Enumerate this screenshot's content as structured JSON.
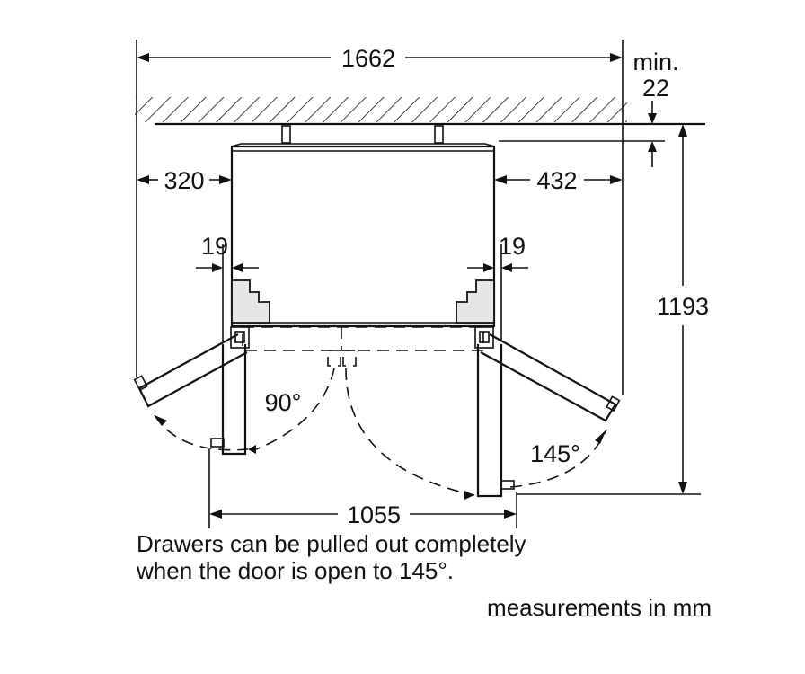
{
  "colors": {
    "ink": "#111111",
    "shade": "#e6e6e6",
    "background": "#ffffff"
  },
  "dimensions": {
    "overall_width": "1662",
    "min_label": "min.",
    "min_gap": "22",
    "left_clearance": "320",
    "right_clearance": "432",
    "left_hinge_offset": "19",
    "right_hinge_offset": "19",
    "total_depth": "1193",
    "door_span": "1055"
  },
  "angles": {
    "left_door": "90°",
    "right_door": "145°"
  },
  "notes": {
    "drawer_line_1": "Drawers can be pulled out completely",
    "drawer_line_2": "when the door is open to 145°.",
    "units": "measurements in mm"
  }
}
